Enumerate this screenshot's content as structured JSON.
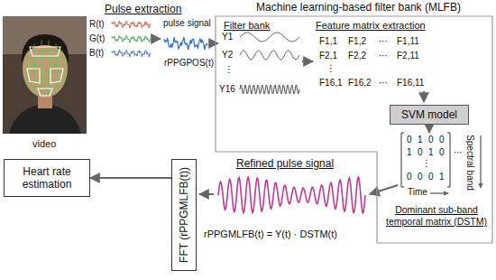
{
  "diagram": {
    "nodes": [
      {
        "text": [
          "Machine learning-based filter bank (MLFB)"
        ]
      },
      {
        "text": [
          "SVM model"
        ],
        "in": 0
      },
      {
        "text": [
          "Heart rate estimation"
        ]
      },
      {
        "text": [
          "FFT (rPPGMLFB(t))"
        ]
      }
    ],
    "edges": [
      {
        "from": 3,
        "to": 2,
        "arrow": "to"
      }
    ],
    "labels": [
      "Pulse extraction",
      "R(t)",
      "G(t)",
      "B(t)",
      "pulse signal",
      "rPPGPOS(t)",
      "video",
      "Filter bank",
      "Y1",
      "Y2",
      "⋮",
      "Y16",
      "Feature matrix extraction",
      "F1,1",
      "F1,2",
      "⋯",
      "F1,11",
      "F2,1",
      "F2,2",
      "⋯",
      "F2,11",
      "⋮",
      "F16,1",
      "F16,2",
      "⋯",
      "F16,11",
      "0",
      "1",
      "0",
      "0",
      "1",
      "0",
      "1",
      "0",
      "⋮",
      "0",
      "0",
      "0",
      "1",
      "⋯",
      "Spectral band",
      "Time",
      "Dominant sub-band temporal matrix (DSTM)",
      "Refined pulse signal",
      "rPPGMLFB(t) = Y(t) · DSTM(t)"
    ]
  }
}
